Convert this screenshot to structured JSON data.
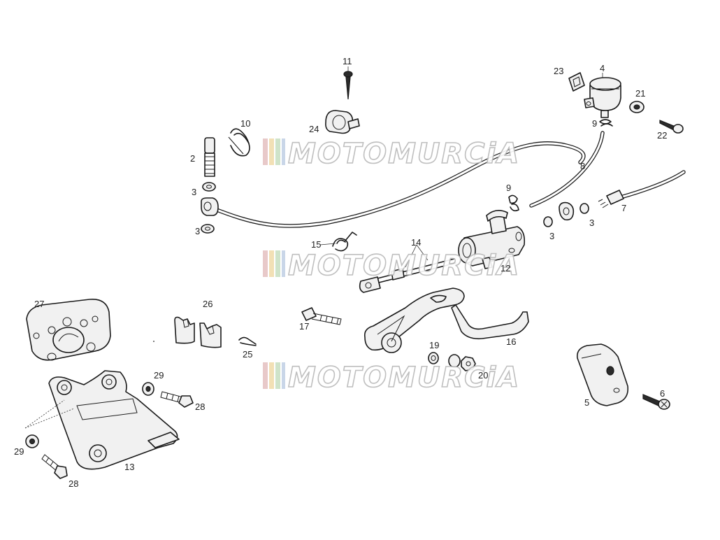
{
  "watermark": {
    "text": "MOTOMURCiA",
    "stripe_colors": [
      "#e8c9c9",
      "#f2e0b5",
      "#cfe3c9",
      "#c9d6e8"
    ]
  },
  "callouts": [
    {
      "id": "c2",
      "label": "2"
    },
    {
      "id": "c3a",
      "label": "3"
    },
    {
      "id": "c3b",
      "label": "3"
    },
    {
      "id": "c3c",
      "label": "3"
    },
    {
      "id": "c3d",
      "label": "3"
    },
    {
      "id": "c4",
      "label": "4"
    },
    {
      "id": "c5",
      "label": "5"
    },
    {
      "id": "c6",
      "label": "6"
    },
    {
      "id": "c7",
      "label": "7"
    },
    {
      "id": "c8",
      "label": "8"
    },
    {
      "id": "c9a",
      "label": "9"
    },
    {
      "id": "c9b",
      "label": "9"
    },
    {
      "id": "c10",
      "label": "10"
    },
    {
      "id": "c11",
      "label": "11"
    },
    {
      "id": "c12",
      "label": "12"
    },
    {
      "id": "c13",
      "label": "13"
    },
    {
      "id": "c14",
      "label": "14"
    },
    {
      "id": "c15",
      "label": "15"
    },
    {
      "id": "c16",
      "label": "16"
    },
    {
      "id": "c17",
      "label": "17"
    },
    {
      "id": "c19",
      "label": "19"
    },
    {
      "id": "c20",
      "label": "20"
    },
    {
      "id": "c21",
      "label": "21"
    },
    {
      "id": "c22",
      "label": "22"
    },
    {
      "id": "c23",
      "label": "23"
    },
    {
      "id": "c24",
      "label": "24"
    },
    {
      "id": "c25",
      "label": "25"
    },
    {
      "id": "c26",
      "label": "26"
    },
    {
      "id": "c27",
      "label": "27"
    },
    {
      "id": "c28a",
      "label": "28"
    },
    {
      "id": "c28b",
      "label": "28"
    },
    {
      "id": "c29a",
      "label": "29"
    },
    {
      "id": "c29b",
      "label": "29"
    }
  ]
}
